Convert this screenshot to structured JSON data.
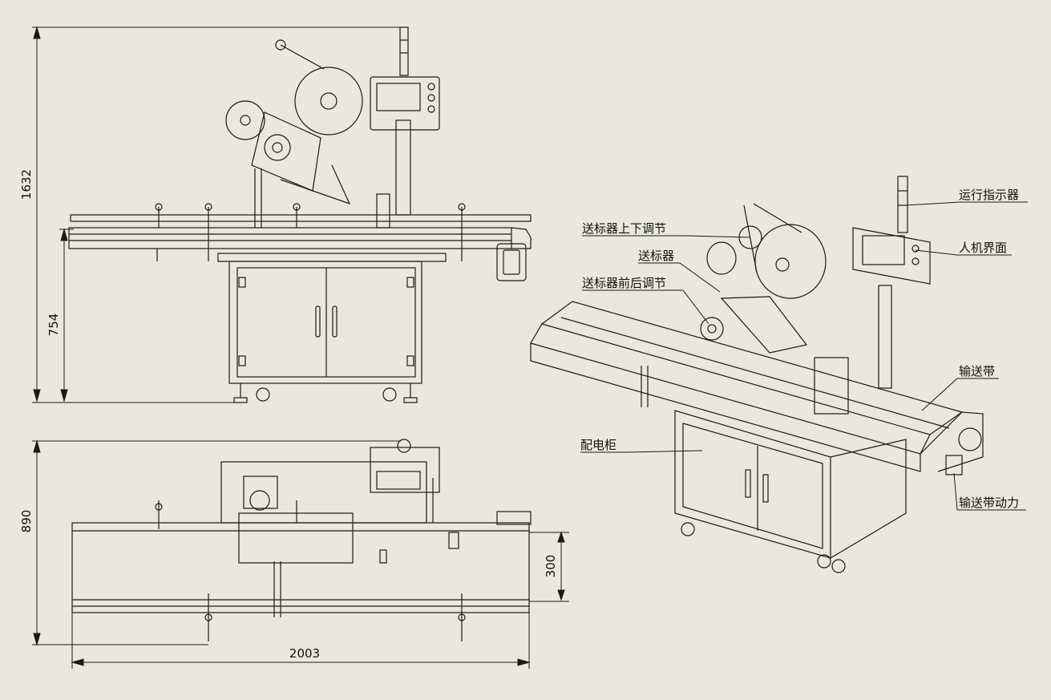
{
  "drawing": {
    "background": "#e9e8dc",
    "line_color": "#1a1a1a",
    "dimensions": {
      "overall_height": "1632",
      "conveyor_height": "754",
      "overall_depth": "890",
      "belt_width": "300",
      "overall_length": "2003"
    },
    "callouts": {
      "indicator_light": "运行指示器",
      "hmi": "人机界面",
      "feeder_vertical_adjust": "送标器上下调节",
      "label_feeder": "送标器",
      "feeder_front_back_adjust": "送标器前后调节",
      "conveyor_belt": "输送带",
      "electric_cabinet": "配电柜",
      "conveyor_drive": "输送带动力"
    }
  }
}
